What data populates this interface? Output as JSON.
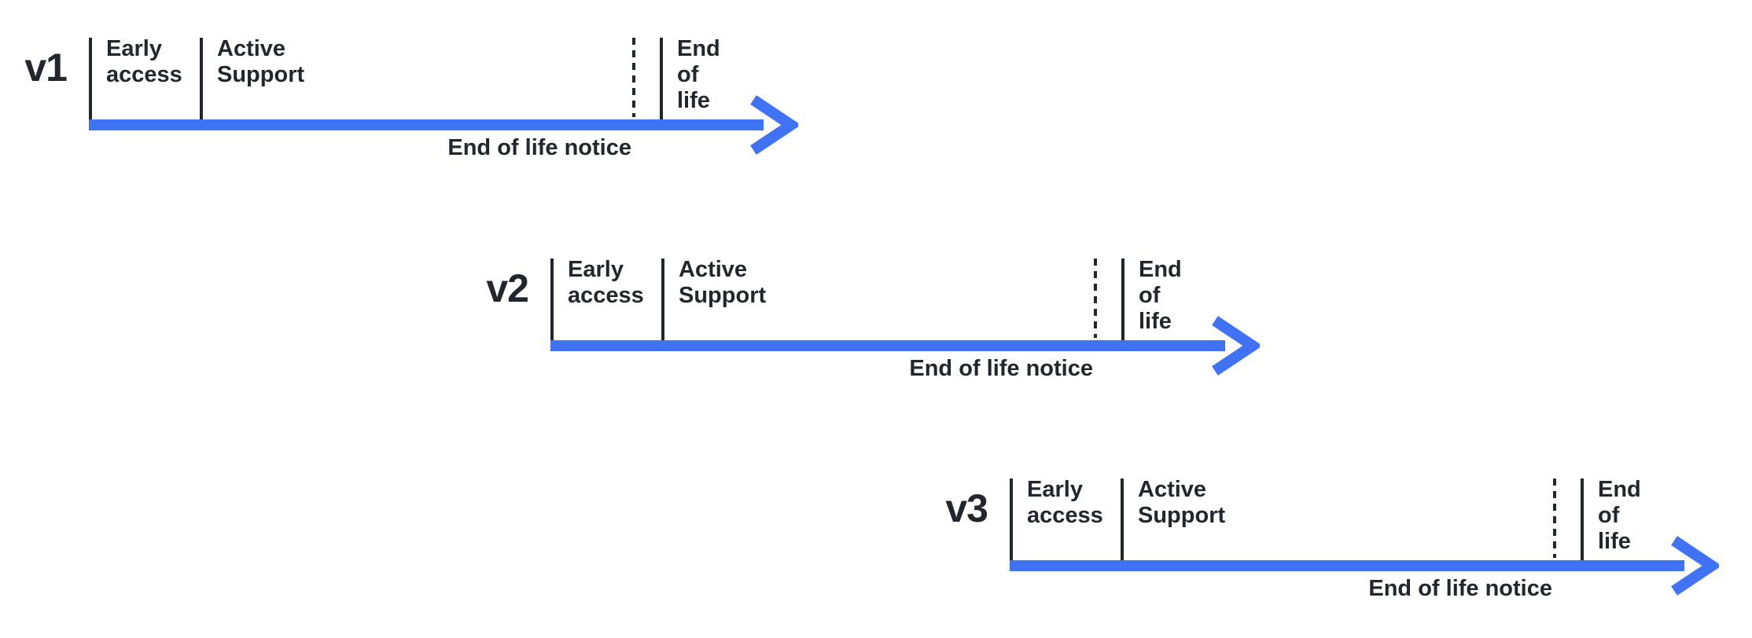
{
  "colors": {
    "arrow": "#3F72F5",
    "ink": "#23272D",
    "bg": "#FFFFFF"
  },
  "diagram": {
    "type": "version-lifecycle-timelines"
  },
  "timelines": [
    {
      "version": "v1",
      "phases": {
        "early_access": "Early\naccess",
        "active_support": "Active Support",
        "end_of_life": "End of life"
      },
      "notice": "End of life notice"
    },
    {
      "version": "v2",
      "phases": {
        "early_access": "Early\naccess",
        "active_support": "Active Support",
        "end_of_life": "End of life"
      },
      "notice": "End of life notice"
    },
    {
      "version": "v3",
      "phases": {
        "early_access": "Early\naccess",
        "active_support": "Active Support",
        "end_of_life": "End of life"
      },
      "notice": "End of life notice"
    }
  ]
}
